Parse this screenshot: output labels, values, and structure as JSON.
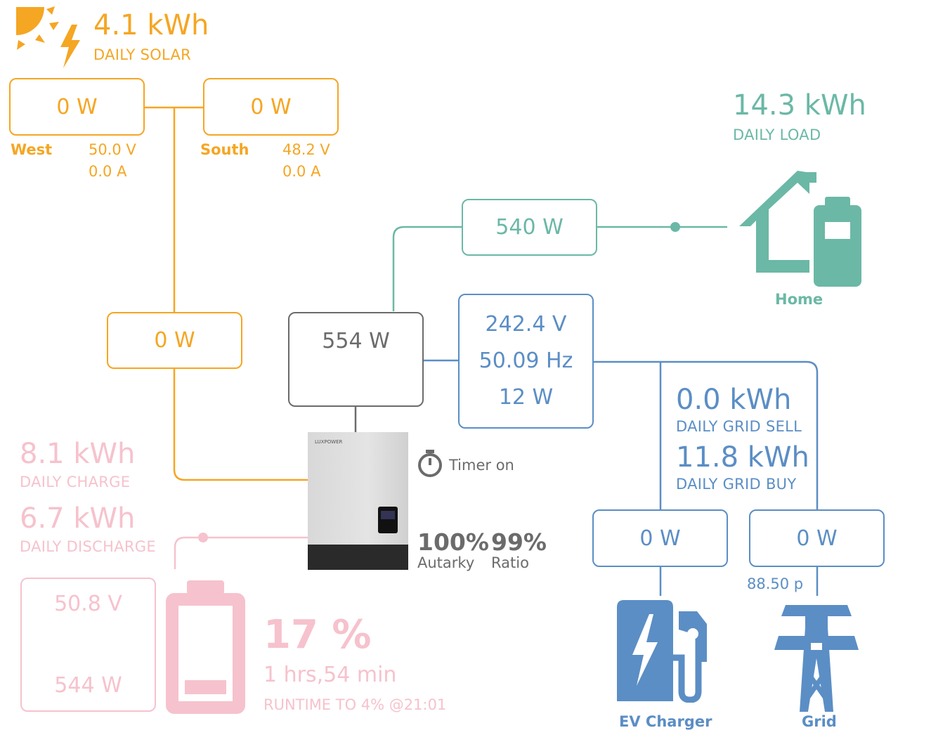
{
  "solar": {
    "daily_value": "4.1 kWh",
    "daily_label": "DAILY SOLAR",
    "total_power": "0 W",
    "pv1": {
      "power": "0 W",
      "name": "West",
      "voltage": "50.0 V",
      "current": "0.0 A"
    },
    "pv2": {
      "power": "0 W",
      "name": "South",
      "voltage": "48.2 V",
      "current": "0.0 A"
    }
  },
  "load": {
    "daily_value": "14.3 kWh",
    "daily_label": "DAILY LOAD",
    "power": "540 W",
    "name": "Home"
  },
  "inverter": {
    "power": "554 W",
    "brand": "LUXPOWER",
    "timer_text": "Timer on",
    "autarky_value": "100%",
    "autarky_label": "Autarky",
    "ratio_value": "99%",
    "ratio_label": "Ratio"
  },
  "grid": {
    "voltage": "242.4 V",
    "frequency": "50.09 Hz",
    "power": "12 W",
    "sell_value": "0.0 kWh",
    "sell_label": "DAILY GRID SELL",
    "buy_value": "11.8 kWh",
    "buy_label": "DAILY GRID BUY",
    "ev_power": "0 W",
    "ev_label": "EV Charger",
    "grid_power": "0 W",
    "grid_price": "88.50 p",
    "grid_label": "Grid"
  },
  "battery": {
    "charge_value": "8.1 kWh",
    "charge_label": "DAILY CHARGE",
    "discharge_value": "6.7 kWh",
    "discharge_label": "DAILY DISCHARGE",
    "voltage": "50.8 V",
    "power": "544 W",
    "soc": "17 %",
    "soc_fraction": 0.17,
    "runtime": "1 hrs,54 min",
    "runtime_target": "RUNTIME TO 4% @21:01"
  },
  "colors": {
    "solar": "#f5a623",
    "load": "#6bb8a6",
    "grid": "#5b8ec5",
    "battery": "#f6c2cd",
    "inverter": "#6b6b6b"
  },
  "icons": {
    "solar": "sun-bolt-icon",
    "home": "house-battery-icon",
    "timer": "stopwatch-icon",
    "ev": "ev-charger-icon",
    "grid": "pylon-icon",
    "battery": "battery-icon"
  }
}
